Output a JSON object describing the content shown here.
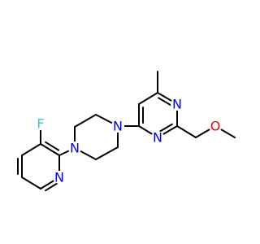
{
  "structure": {
    "atoms": [
      {
        "id": "F",
        "label": "F",
        "color": "#33cccc"
      },
      {
        "id": "N_py",
        "label": "N",
        "color": "#0000ff"
      },
      {
        "id": "N_pz1",
        "label": "N",
        "color": "#0000ff"
      },
      {
        "id": "N_pz2",
        "label": "N",
        "color": "#0000ff"
      },
      {
        "id": "N_pm1",
        "label": "N",
        "color": "#0000ff"
      },
      {
        "id": "N_pm2",
        "label": "N",
        "color": "#0000ff"
      },
      {
        "id": "O",
        "label": "O",
        "color": "#ff0000"
      }
    ]
  }
}
